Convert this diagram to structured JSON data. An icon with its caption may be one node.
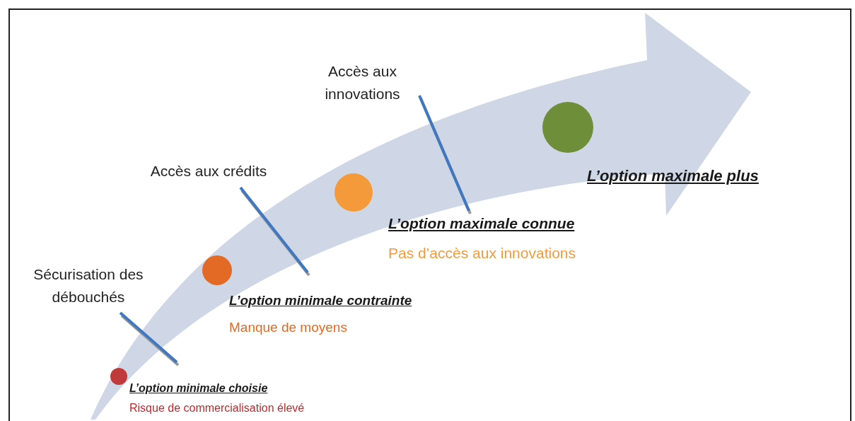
{
  "diagram": {
    "nodes": [
      {
        "text": [],
        "shape": "circle",
        "beside": [
          "L’option minimale choisie",
          "Risque de commercialisation élevé"
        ]
      },
      {
        "text": [],
        "shape": "circle",
        "beside": [
          "L’option minimale contrainte",
          "Manque de moyens"
        ]
      },
      {
        "text": [],
        "shape": "circle",
        "beside": [
          "L’option maximale connue",
          "Pas d’accès aux innovations"
        ]
      },
      {
        "text": [],
        "shape": "circle",
        "beside": [
          "L’option maximale plus"
        ]
      }
    ],
    "labels": [
      "Sécurisation des débouchés",
      "Accès aux crédits",
      "Accès aux innovations"
    ]
  }
}
